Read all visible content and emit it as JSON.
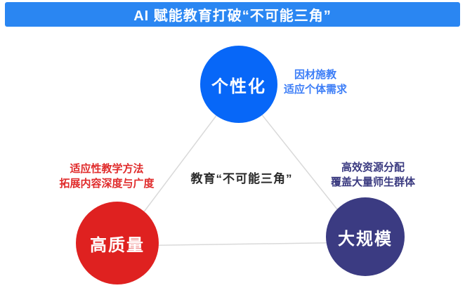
{
  "header": {
    "title": "AI 赋能教育打破“不可能三角”",
    "bg_color": "#2a86f2",
    "text_color": "#ffffff"
  },
  "diagram": {
    "center_label": "教育“不可能三角”",
    "line_color": "#d9d9d9",
    "nodes": [
      {
        "id": "personalization",
        "label": "个性化",
        "color": "#0767f8"
      },
      {
        "id": "quality",
        "label": "高质量",
        "color": "#df2120"
      },
      {
        "id": "scale",
        "label": "大规模",
        "color": "#3b3b82"
      }
    ],
    "annotations": [
      {
        "id": "personalization-note",
        "color": "#3d7ef7",
        "lines": [
          "因材施教",
          "适应个体需求"
        ]
      },
      {
        "id": "quality-note",
        "color": "#e02b2b",
        "lines": [
          "适应性教学方法",
          "拓展内容深度与广度"
        ]
      },
      {
        "id": "scale-note",
        "color": "#3a3a80",
        "lines": [
          "高效资源分配",
          "覆盖大量师生群体"
        ]
      }
    ]
  }
}
